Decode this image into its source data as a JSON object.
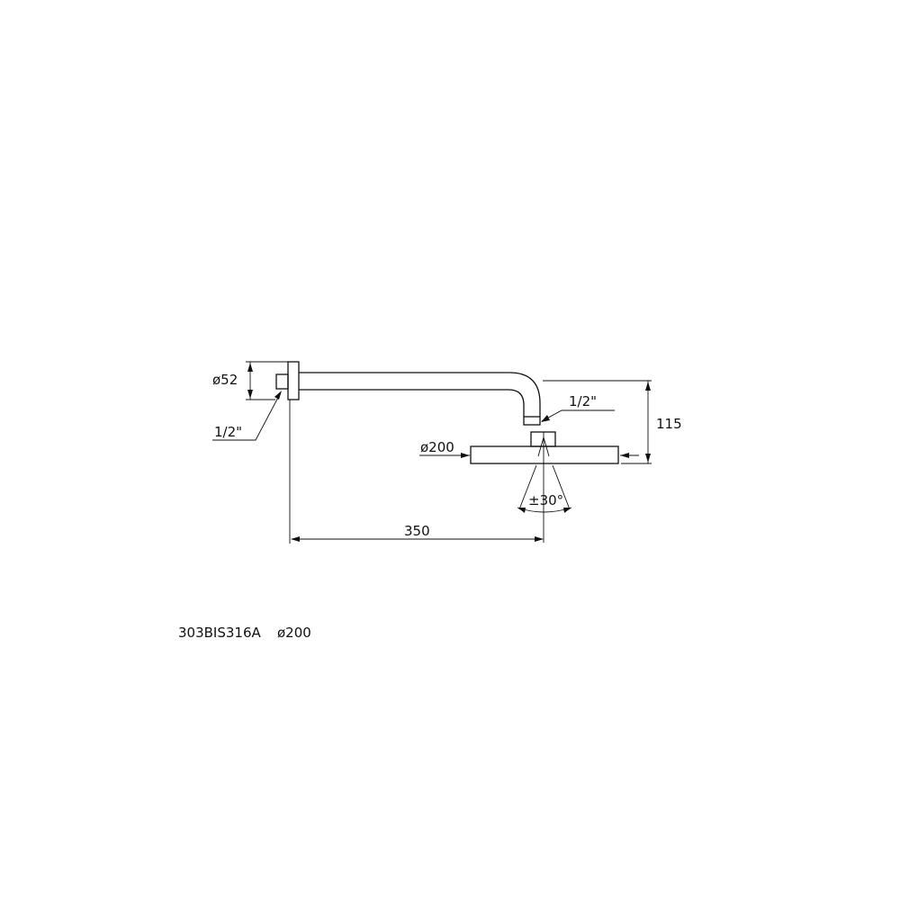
{
  "drawing": {
    "dim_flange_diameter": "ø52",
    "thread_wall": "1/2\"",
    "thread_head": "1/2\"",
    "dim_height": "115",
    "dim_head_diameter": "ø200",
    "dim_tilt_angle": "±30°",
    "dim_projection": "350"
  },
  "caption": {
    "model": "303BIS316A",
    "size": "ø200"
  }
}
